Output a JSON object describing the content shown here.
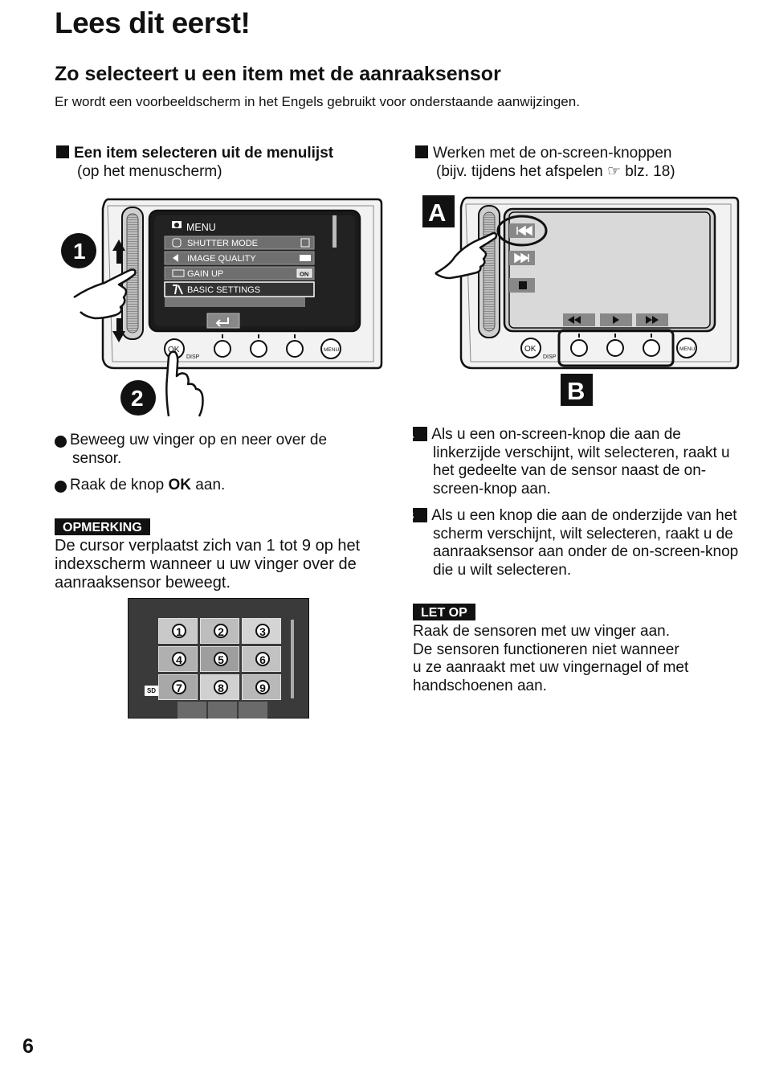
{
  "page": {
    "title": "Lees dit eerst!",
    "subtitle": "Zo selecteert u een item met de aanraaksensor",
    "intro": "Er wordt een voorbeeldscherm in het Engels gebruikt voor onderstaande aanwijzingen.",
    "page_number": "6"
  },
  "left": {
    "heading_bold": "Een item selecteren uit de menulijst",
    "heading_sub": "(op het menuscherm)",
    "step_badges": [
      "1",
      "2"
    ],
    "menu": {
      "title": "MENU",
      "items": [
        {
          "label": "SHUTTER MODE",
          "icon": "shutter-mode-icon"
        },
        {
          "label": "IMAGE QUALITY",
          "icon": "image-quality-icon"
        },
        {
          "label": "GAIN UP",
          "icon": "gain-up-icon",
          "value": "ON"
        },
        {
          "label": "BASIC SETTINGS",
          "icon": "basic-settings-icon"
        }
      ]
    },
    "buttons": {
      "ok": "OK",
      "disp": "DISP",
      "menu": "MENU"
    },
    "step1": "Beweeg uw vinger op en neer over de sensor.",
    "step2_pre": "Raak de knop ",
    "step2_bold": "OK",
    "step2_post": " aan.",
    "note_label": "OPMERKING",
    "note_text": "De cursor verplaatst zich van 1 tot 9 op het indexscherm wanneer u uw vinger over de aanraaksensor beweegt.",
    "index_screen": {
      "thumbnails": [
        "1",
        "2",
        "3",
        "4",
        "5",
        "6",
        "7",
        "8",
        "9"
      ],
      "media_badge": "SD"
    }
  },
  "right": {
    "heading": "Werken met de on-screen-knoppen",
    "heading_sub": "(bijv. tijdens het afspelen ☞ blz. 18)",
    "labels": {
      "a": "A",
      "b": "B"
    },
    "item_a": "Als u een on-screen-knop die aan de linkerzijde verschijnt, wilt selecteren, raakt u het gedeelte van de sensor naast de on-screen-knop aan.",
    "item_b": "Als u een knop die aan de onderzijde van het scherm verschijnt, wilt selecteren, raakt u de aanraaksensor aan onder de on-screen-knop die u wilt selecteren.",
    "caution_label": "LET OP",
    "caution_lines": [
      "Raak de sensoren met uw vinger aan.",
      "De sensoren functioneren niet wanneer",
      "u ze aanraakt met uw vingernagel of met",
      "handschoenen aan."
    ],
    "buttons": {
      "ok": "OK",
      "disp": "DISP",
      "menu": "MENU"
    }
  }
}
